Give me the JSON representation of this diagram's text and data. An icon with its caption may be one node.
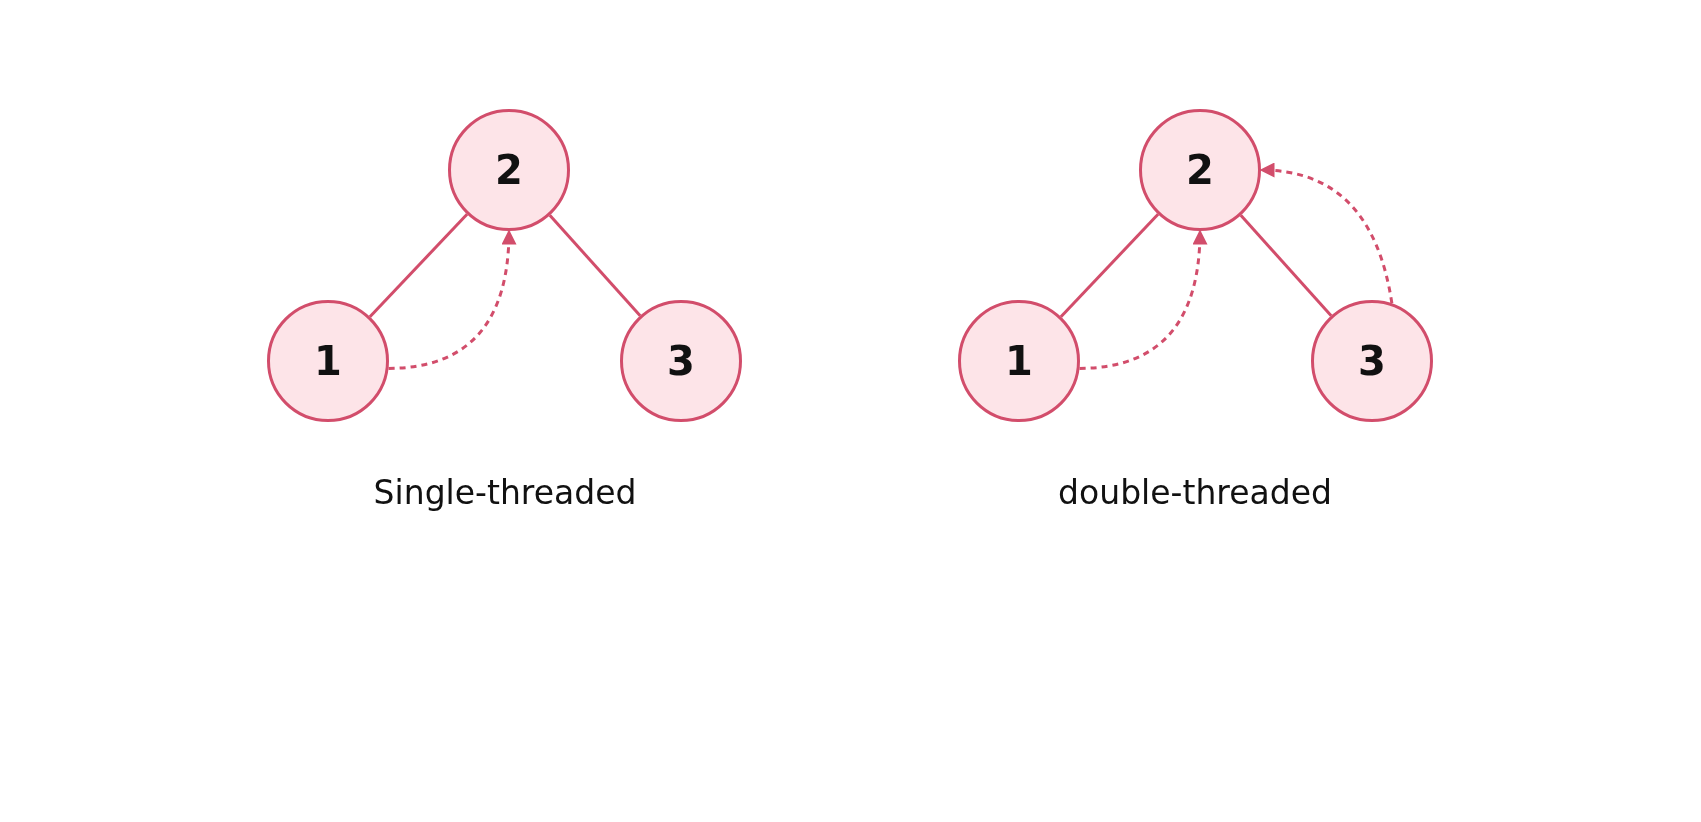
{
  "diagram": {
    "nodes": [
      {
        "text": [
          "2"
        ]
      },
      {
        "text": [
          "1"
        ]
      },
      {
        "text": [
          "3"
        ]
      },
      {
        "text": [
          "2"
        ]
      },
      {
        "text": [
          "1"
        ]
      },
      {
        "text": [
          "3"
        ]
      }
    ],
    "edges": [
      {
        "from": 0,
        "to": 1,
        "arrow": "none"
      },
      {
        "from": 0,
        "to": 2,
        "arrow": "none"
      },
      {
        "from": 1,
        "to": 0,
        "arrow": "to",
        "style": "dashed"
      },
      {
        "from": 3,
        "to": 4,
        "arrow": "none"
      },
      {
        "from": 3,
        "to": 5,
        "arrow": "none"
      },
      {
        "from": 4,
        "to": 3,
        "arrow": "to",
        "style": "dashed"
      },
      {
        "from": 5,
        "to": 3,
        "arrow": "to",
        "style": "dashed"
      }
    ],
    "labels": [
      "Single-threaded",
      "double-threaded"
    ]
  }
}
